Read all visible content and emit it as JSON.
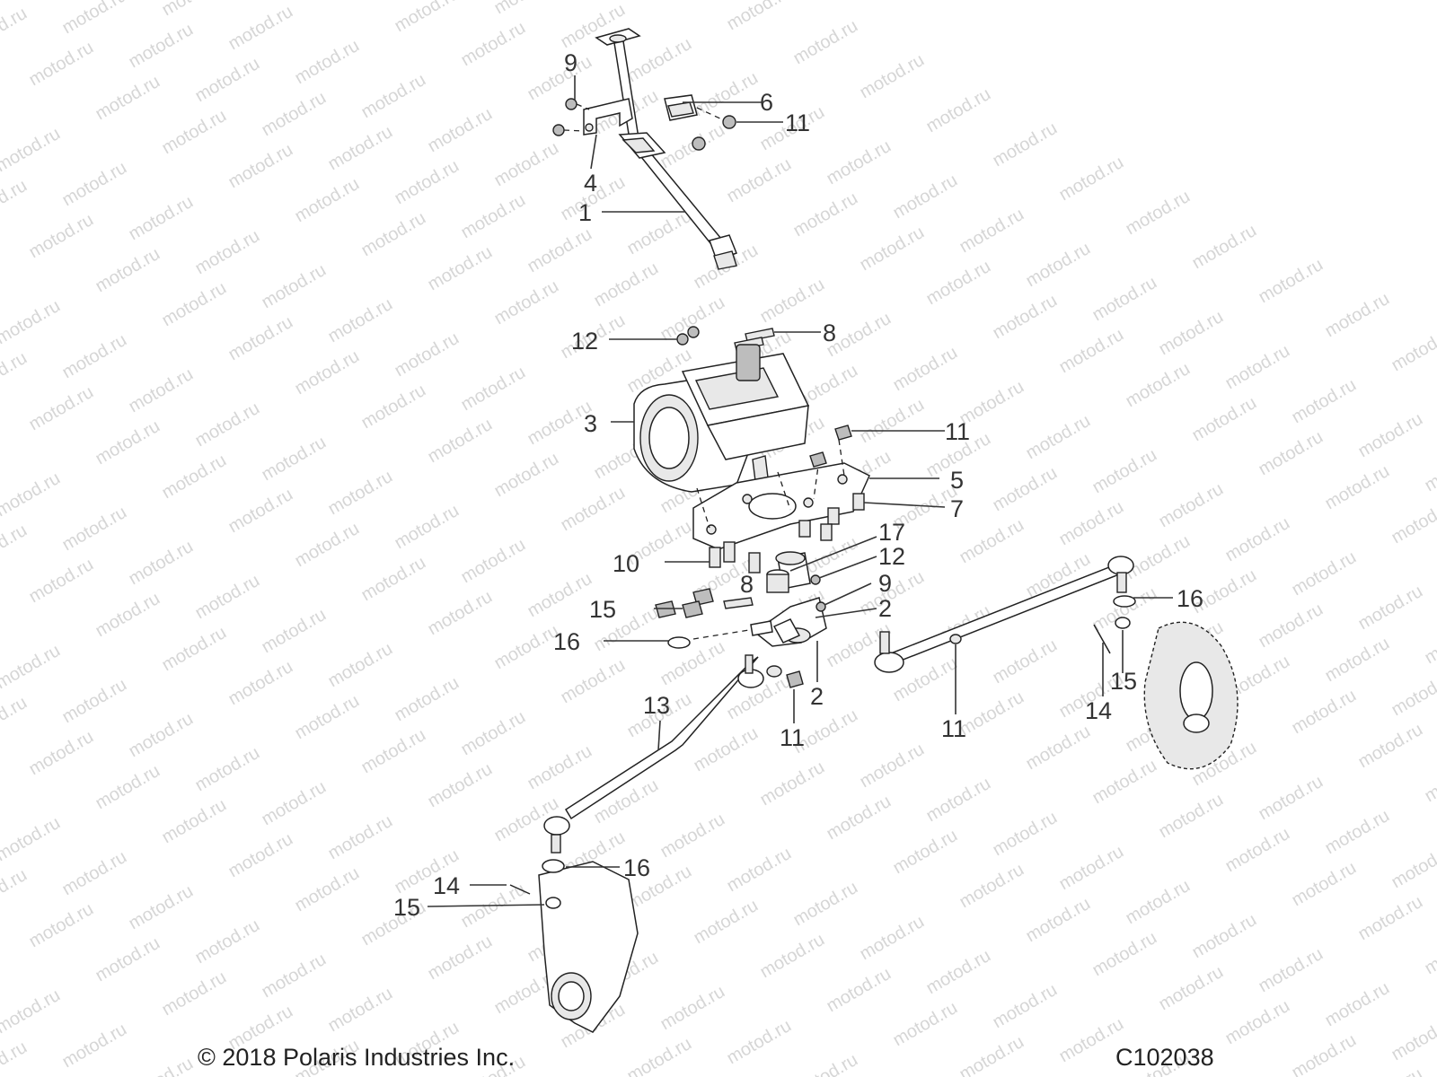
{
  "watermark": "motod.ru",
  "footer": {
    "copyright": "© 2018 Polaris Industries Inc.",
    "figure_code": "C102038"
  },
  "callouts": [
    {
      "id": "c9a",
      "text": "9"
    },
    {
      "id": "c6",
      "text": "6"
    },
    {
      "id": "c11a",
      "text": "11"
    },
    {
      "id": "c4",
      "text": "4"
    },
    {
      "id": "c1",
      "text": "1"
    },
    {
      "id": "c12a",
      "text": "12"
    },
    {
      "id": "c8a",
      "text": "8"
    },
    {
      "id": "c3",
      "text": "3"
    },
    {
      "id": "c11b",
      "text": "11"
    },
    {
      "id": "c5",
      "text": "5"
    },
    {
      "id": "c7",
      "text": "7"
    },
    {
      "id": "c17",
      "text": "17"
    },
    {
      "id": "c10",
      "text": "10"
    },
    {
      "id": "c12b",
      "text": "12"
    },
    {
      "id": "c8b",
      "text": "8"
    },
    {
      "id": "c9b",
      "text": "9"
    },
    {
      "id": "c15a",
      "text": "15"
    },
    {
      "id": "c2a",
      "text": "2"
    },
    {
      "id": "c16a",
      "text": "16"
    },
    {
      "id": "c16b",
      "text": "16"
    },
    {
      "id": "c2b",
      "text": "2"
    },
    {
      "id": "c15b",
      "text": "15"
    },
    {
      "id": "c13",
      "text": "13"
    },
    {
      "id": "c14a",
      "text": "14"
    },
    {
      "id": "c11c",
      "text": "11"
    },
    {
      "id": "c11d",
      "text": "11"
    },
    {
      "id": "c16c",
      "text": "16"
    },
    {
      "id": "c14b",
      "text": "14"
    },
    {
      "id": "c15c",
      "text": "15"
    }
  ]
}
